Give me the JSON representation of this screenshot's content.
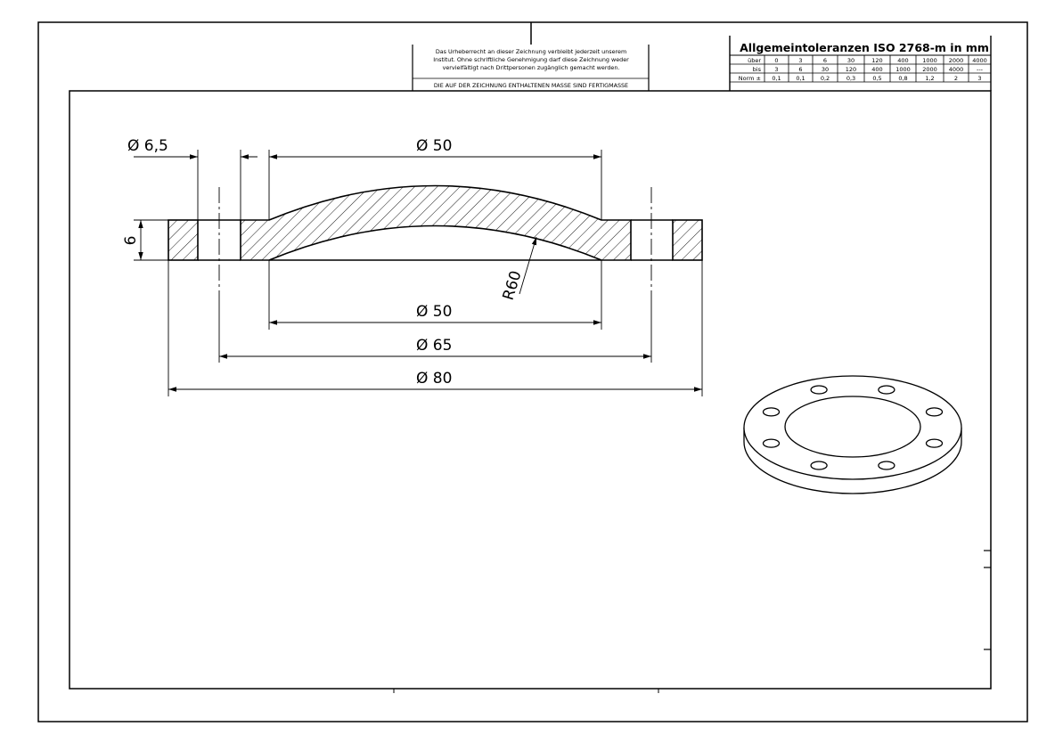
{
  "copyright": {
    "line1": "Das Urheberrecht an dieser Zeichnung verbleibt jederzeit unserem",
    "line2": "Institut. Ohne schriftliche Genehmigung darf diese Zeichnung weder",
    "line3": "vervielfältigt nach Drittpersonen zugänglich gemacht werden.",
    "line4": "DIE AUF DER ZEICHNUNG ENTHALTENEN MASSE SIND FERTIGMASSE"
  },
  "tolerance_table": {
    "title": "Allgemeintoleranzen ISO 2768-m in mm",
    "rows": [
      {
        "label": "über",
        "cells": [
          "0",
          "3",
          "6",
          "30",
          "120",
          "400",
          "1000",
          "2000",
          "4000"
        ]
      },
      {
        "label": "bis",
        "cells": [
          "3",
          "6",
          "30",
          "120",
          "400",
          "1000",
          "2000",
          "4000",
          "---"
        ]
      },
      {
        "label": "Norm ±",
        "cells": [
          "0,1",
          "0,1",
          "0,2",
          "0,3",
          "0,5",
          "0,8",
          "1,2",
          "2",
          "3"
        ]
      }
    ]
  },
  "dimensions": {
    "hole_dia": "Ø 6,5",
    "top_dia": "Ø 50",
    "thickness": "6",
    "radius": "R60",
    "bottom_dia": "Ø 50",
    "bolt_circle": "Ø 65",
    "outer_dia": "Ø 80"
  },
  "colors": {
    "line": "#000000",
    "background": "#ffffff"
  }
}
